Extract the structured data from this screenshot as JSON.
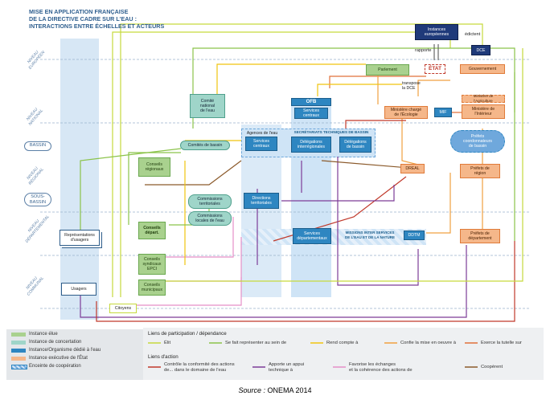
{
  "title": "MISE EN APPLICATION FRANÇAISE\nDE LA DIRECTIVE CADRE SUR L'EAU :\nINTERACTIONS ENTRE ÉCHELLES ET ACTEURS",
  "levels": {
    "europeen": "NIVEAU\nEUROPÉEN",
    "national": "NIVEAU\nNATIONAL",
    "regional": "NIVEAU\nRÉGIONAL",
    "departemental": "NIVEAU\nDÉPARTEMENTAL",
    "communal": "NIVEAU\nCOMMUNAL",
    "bassin": "BASSIN",
    "sous_bassin": "SOUS-\nBASSIN"
  },
  "nodes": {
    "instances_europeennes": "Instances\neuropéennes",
    "dce": "DCE",
    "etat": "ÉTAT",
    "gouvernement": "Gouvernement",
    "parlement": "Parlement",
    "comite_national": "Comité\nnational\nde l'eau",
    "ofb": "OFB",
    "services_centraux_ofb": "Services\ncentraux",
    "ministere_ecologie": "Ministère chargé\nde l'Écologie",
    "mif": "MIF",
    "ministere_interieur": "Ministère de\nl'Intérieur",
    "ministere_agriculture": "Ministère de\nl'Agriculture",
    "secretariats": "SECRÉTARIATS TECHNIQUES DE BASSIN",
    "agences_eau": "Agences de l'eau",
    "services_centraux_ae": "Services\ncentraux",
    "delegations_interregionales": "Délégations\ninterrégionales",
    "delegations_bassin": "Délégations\nde bassin",
    "prefets_coordonnateurs": "Préfets\ncoordonnateurs\nde bassin",
    "comites_bassin": "Comités de bassin",
    "conseils_regionaux": "Conseils\nrégionaux",
    "dreal": "DREAL",
    "prefets_region": "Préfets de\nrégion",
    "commissions_territoriales": "Commissions\nterritoriales",
    "commissions_locales": "Commissions\nlocales de l'eau",
    "directions_territoriales": "Directions\nterritoriales",
    "representations_usagers": "Représentations\nd'usagers",
    "conseils_depart": "Conseils\ndépart.",
    "services_departementaux": "Services\ndépartementaux",
    "missions_inter": "MISSIONS INTER SERVICES\nDE L'EAU ET DE LA NATURE",
    "ddtm": "DDTM",
    "prefets_departement": "Préfets de\ndépartement",
    "conseils_syndicaux": "Conseils\nsyndicaux\nEPCI",
    "conseils_municipaux": "Conseils\nmunicipaux",
    "usagers": "Usagers",
    "citoyens": "Citoyens"
  },
  "edge_labels": {
    "edictent": "édictent",
    "rapporte": "rapporte",
    "transpose": "transpose\nla DCE"
  },
  "legend": {
    "types": [
      {
        "label": "Instance élue",
        "color": "#a9d18e"
      },
      {
        "label": "Instance de concertation",
        "color": "#9fd5c9"
      },
      {
        "label": "Instance/Organisme dédié à l'eau",
        "color": "#2e86c1"
      },
      {
        "label": "Instance exécutive de l'État",
        "color": "#f5b78a"
      },
      {
        "label": "Enceinte de coopération",
        "color": "#6fa8dc"
      }
    ],
    "header_participation": "Liens de participation / dépendance",
    "header_action": "Liens d'action",
    "participation": [
      {
        "label": "Élit",
        "color": "#c6d93c"
      },
      {
        "label": "Se fait représenter au sein de",
        "color": "#8bc34a"
      },
      {
        "label": "Rend compte à",
        "color": "#f1c40f"
      },
      {
        "label": "Confie la mise en oeuvre à",
        "color": "#f0a040"
      },
      {
        "label": "Exerce la tutelle sur",
        "color": "#e0703a"
      }
    ],
    "action": [
      {
        "label": "Contrôle la conformité des actions\nde... dans le domaine de l'eau",
        "color": "#c0392b"
      },
      {
        "label": "Apporte un appui\ntechnique à",
        "color": "#7d3c98"
      },
      {
        "label": "Favorise les échanges\net la cohérence des actions de",
        "color": "#e58fc7"
      },
      {
        "label": "Coopèrent",
        "color": "#8b5a2b"
      }
    ]
  },
  "source_prefix": "Source : ",
  "source_name": "ONEMA 2014",
  "colors": {
    "elue": "#a9d18e",
    "concertation": "#9fd5c9",
    "eau": "#2e86c1",
    "executif": "#f5b78a",
    "cooperation": "#6fa8dc",
    "band_blue": "#c9dff1"
  }
}
